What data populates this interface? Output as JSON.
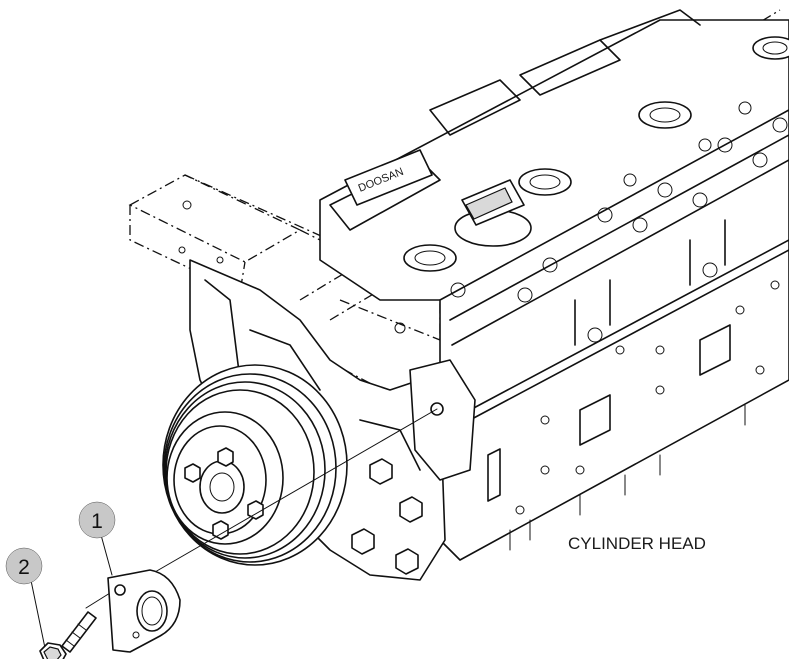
{
  "labels": {
    "cylinder_head": "CYLINDER HEAD",
    "cover_text": "DOOSAN"
  },
  "callouts": [
    {
      "number": "1",
      "part": "bracket"
    },
    {
      "number": "2",
      "part": "bolt"
    }
  ],
  "colors": {
    "line": "#111111",
    "callout_fill": "#c8c8c8",
    "background": "#ffffff"
  }
}
